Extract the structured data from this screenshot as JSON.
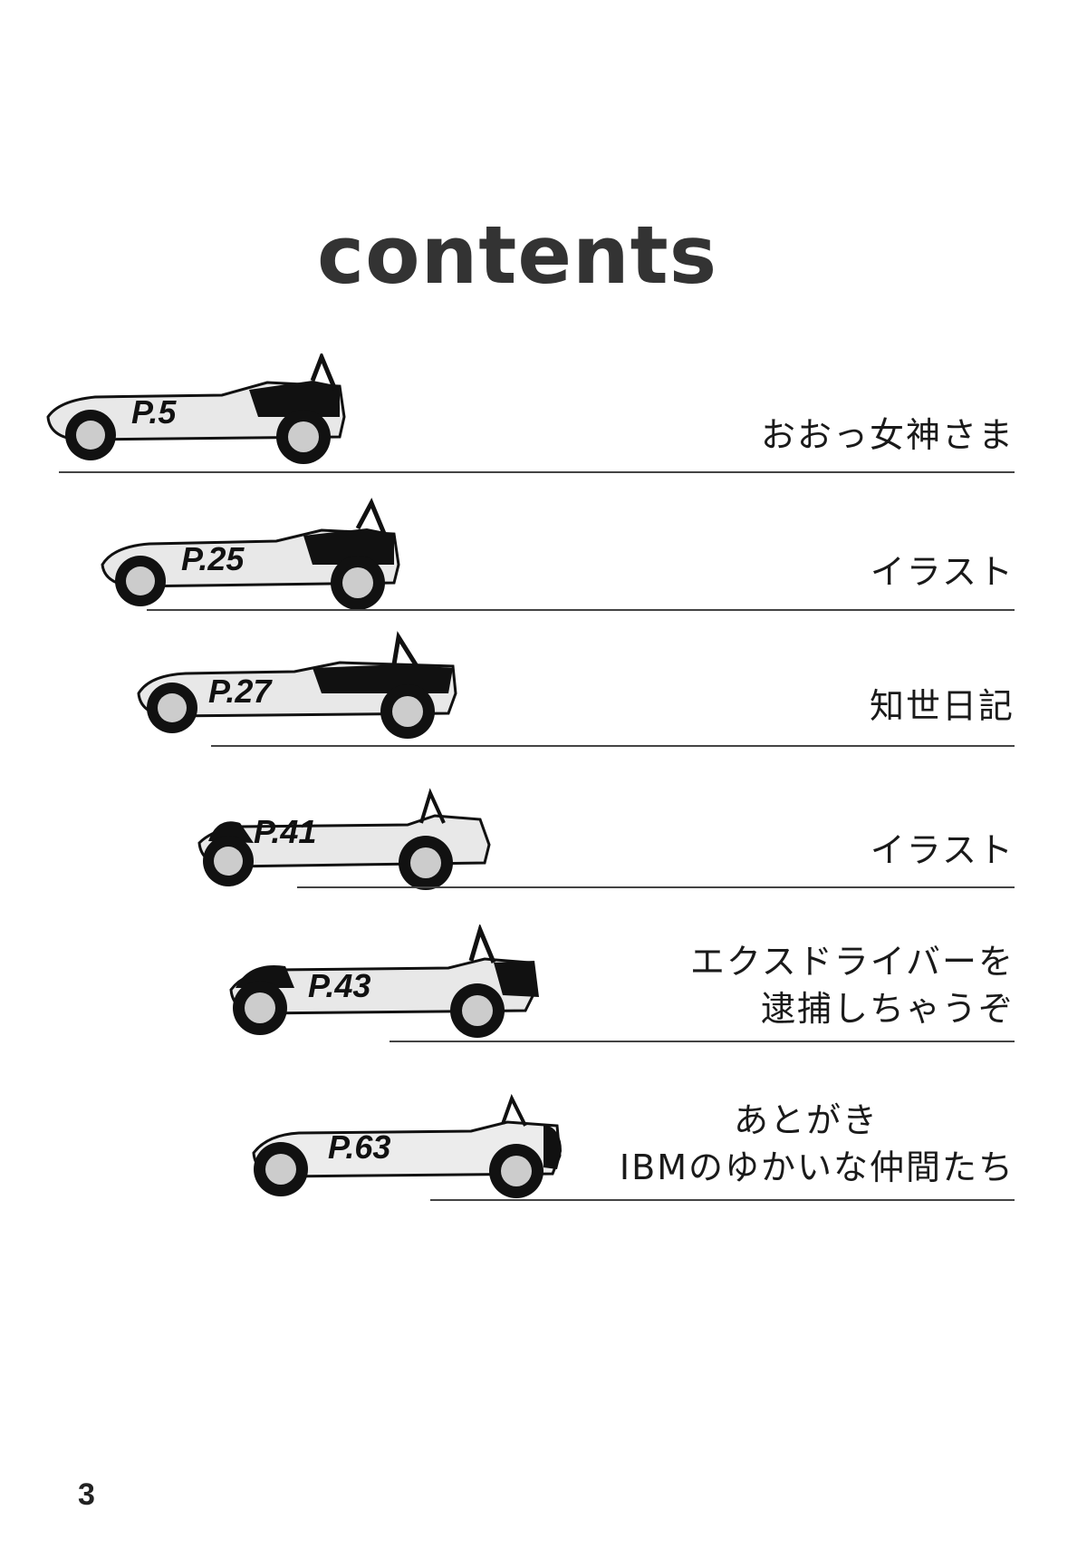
{
  "title": "contents",
  "entries": [
    {
      "page": "P.5",
      "label_lines": [
        "おおっ女神さま"
      ]
    },
    {
      "page": "P.25",
      "label_lines": [
        "イラスト"
      ]
    },
    {
      "page": "P.27",
      "label_lines": [
        "知世日記"
      ]
    },
    {
      "page": "P.41",
      "label_lines": [
        "イラスト"
      ]
    },
    {
      "page": "P.43",
      "label_lines": [
        "エクスドライバーを",
        "逮捕しちゃうぞ"
      ]
    },
    {
      "page": "P.63",
      "label_lines": [
        "あとがき",
        "IBMのゆかいな仲間たち"
      ]
    }
  ],
  "folio": "3",
  "illustration": "sports-car-icon"
}
